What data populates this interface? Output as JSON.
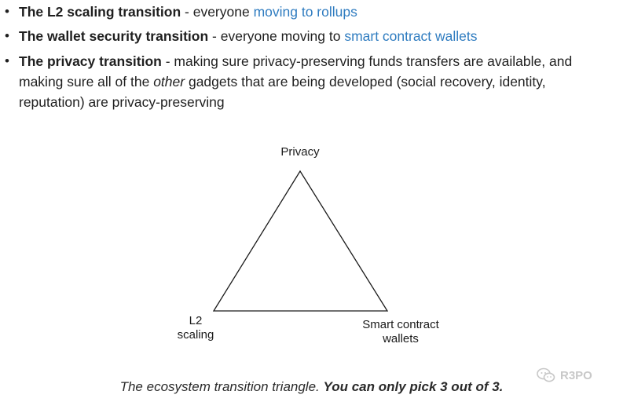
{
  "bullets": [
    {
      "bold": "The L2 scaling transition",
      "pre": " - everyone ",
      "link": "moving to rollups"
    },
    {
      "bold": "The wallet security transition",
      "pre": " - everyone moving to ",
      "link": "smart contract wallets"
    },
    {
      "bold": "The privacy transition",
      "line1_rest": " - making sure privacy-preserving funds transfers are available, and",
      "line2_pre": "making sure all of the ",
      "line2_italic": "other",
      "line2_post": " gadgets that are being developed (social recovery, identity,",
      "line3": "reputation) are privacy-preserving"
    }
  ],
  "diagram": {
    "vertex_top": "Privacy",
    "vertex_left_line1": "L2",
    "vertex_left_line2": "scaling",
    "vertex_right_line1": "Smart contract",
    "vertex_right_line2": "wallets"
  },
  "caption": {
    "italic": "The ecosystem transition triangle. ",
    "bold": "You can only pick 3 out of 3."
  },
  "watermark": {
    "text": "R3PO",
    "icon": "wechat-icon"
  }
}
